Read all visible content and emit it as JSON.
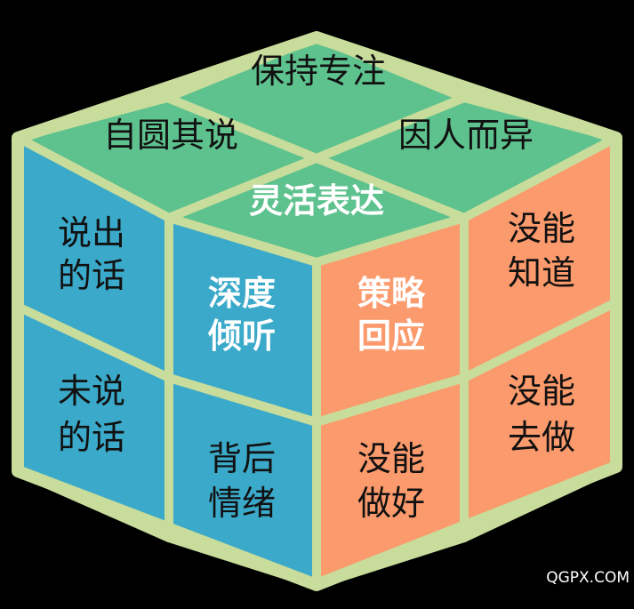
{
  "colors": {
    "background": "#000000",
    "top_face": "#5ec28e",
    "left_face": "#3ba9c9",
    "right_face": "#fb9a6c",
    "frame": "#c8dc9b",
    "text_dark": "#111111",
    "text_light": "#ffffff"
  },
  "cube": {
    "top": {
      "back": "保持专注",
      "left": "自圆其说",
      "right": "因人而异",
      "front": "灵活表达"
    },
    "left_face": {
      "top_outer_line1": "说出",
      "top_outer_line2": "的话",
      "top_inner_line1": "深度",
      "top_inner_line2": "倾听",
      "bottom_outer_line1": "未说",
      "bottom_outer_line2": "的话",
      "bottom_inner_line1": "背后",
      "bottom_inner_line2": "情绪"
    },
    "right_face": {
      "top_inner_line1": "策略",
      "top_inner_line2": "回应",
      "top_outer_line1": "没能",
      "top_outer_line2": "知道",
      "bottom_inner_line1": "没能",
      "bottom_inner_line2": "做好",
      "bottom_outer_line1": "没能",
      "bottom_outer_line2": "去做"
    }
  },
  "watermark": "QGPX.COM"
}
